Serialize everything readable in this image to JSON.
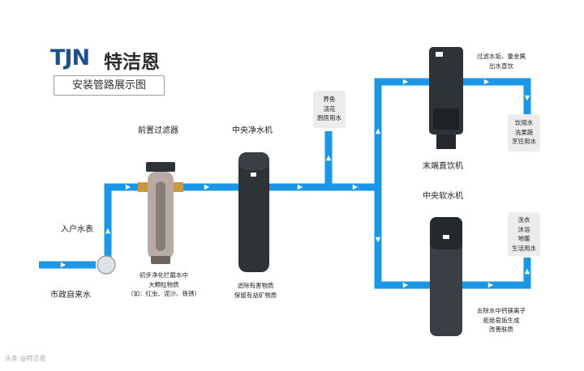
{
  "brand": {
    "latin": "TJN",
    "chinese": "特洁恩",
    "subtitle": "安装管路展示图"
  },
  "colors": {
    "pipe": "#1a97e6",
    "pipe_arrow": "#ffffff",
    "device_dark": "#2f3338",
    "brand_blue": "#1f4f8c",
    "note_bg": "#ececec"
  },
  "nodes": {
    "meter": {
      "label": "入户水表"
    },
    "municipal": {
      "label": "市政自来水"
    },
    "prefilter": {
      "label": "前置过滤器",
      "desc": [
        "初步净化拦截水中",
        "大颗粒物质",
        "（如：红虫、泥沙、铁锈）"
      ]
    },
    "central_purifier": {
      "label": "中央净水机",
      "desc": [
        "滤除有害物质",
        "保留有益矿物质"
      ]
    },
    "garden": {
      "lines": [
        "养鱼",
        "浇花",
        "厨房用水"
      ]
    },
    "drinker": {
      "label": "末端直饮机",
      "desc": [
        "过滤水垢、重金属",
        "出水直饮"
      ]
    },
    "drink_uses": {
      "lines": [
        "饮用水",
        "洗果蔬",
        "烹饪用水"
      ]
    },
    "softener": {
      "label": "中央软水机",
      "desc": [
        "去除水中钙镁离子",
        "拒绝皂垢生成",
        "改善肤质"
      ]
    },
    "life_uses": {
      "lines": [
        "洗衣",
        "沐浴",
        "地暖",
        "生活用水"
      ]
    }
  },
  "watermark": "头条 @特洁恩"
}
